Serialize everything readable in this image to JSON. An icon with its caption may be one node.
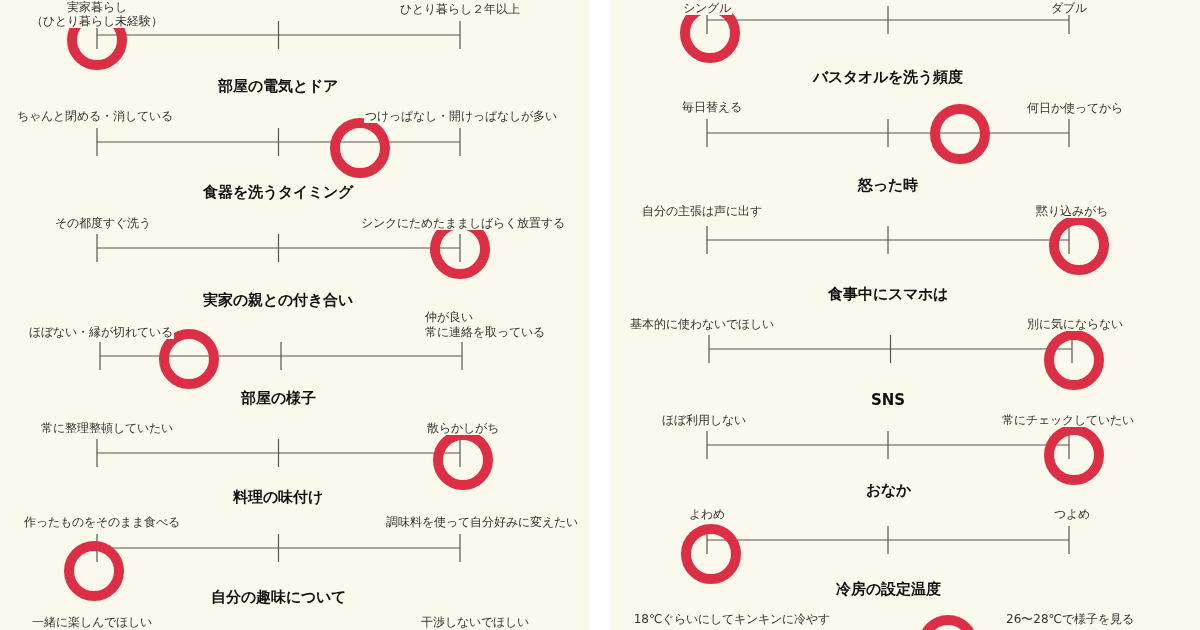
{
  "diagram": {
    "labels": [
      "実家暮らし",
      "（ひとり暮らし未経験）",
      "ひとり暮らし２年以上",
      "部屋の電気とドア",
      "ちゃんと閉める・消している",
      "つけっぱなし・開けっぱなしが多い",
      "食器を洗うタイミング",
      "その都度すぐ洗う",
      "シンクにためたまましばらく放置する",
      "実家の親との付き合い",
      "ほぼない・縁が切れている",
      "仲が良い",
      "常に連絡を取っている",
      "部屋の様子",
      "常に整理整頓していたい",
      "散らかしがち",
      "料理の味付け",
      "作ったものをそのまま食べる",
      "調味料を使って自分好みに変えたい",
      "自分の趣味について",
      "一緒に楽しんでほしい",
      "干渉しないでほしい",
      "シングル",
      "ダブル",
      "バスタオルを洗う頻度",
      "毎日替える",
      "何日か使ってから",
      "怒った時",
      "自分の主張は声に出す",
      "黙り込みがち",
      "食事中にスマホは",
      "基本的に使わないでほしい",
      "別に気にならない",
      "SNS",
      "ほぼ利用しない",
      "常にチェックしていたい",
      "おなか",
      "よわめ",
      "つよめ",
      "冷房の設定温度",
      "18℃ぐらいにしてキンキンに冷やす",
      "26〜28℃で様子を見る"
    ]
  }
}
